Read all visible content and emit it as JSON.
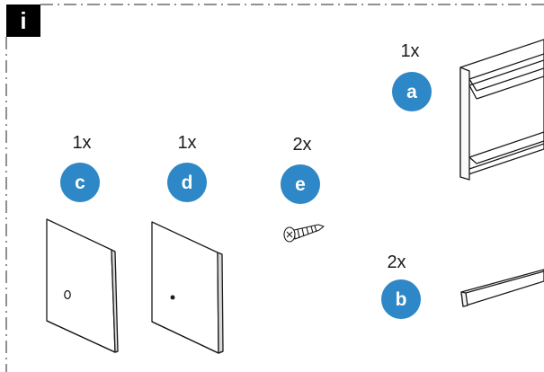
{
  "info_badge": {
    "label": "i"
  },
  "parts": [
    {
      "id": "a",
      "letter": "a",
      "quantity": "1x",
      "icon": "aluminium-channel-profile"
    },
    {
      "id": "b",
      "letter": "b",
      "quantity": "2x",
      "icon": "flat-strip"
    },
    {
      "id": "c",
      "letter": "c",
      "quantity": "1x",
      "icon": "end-cap-large-hole"
    },
    {
      "id": "d",
      "letter": "d",
      "quantity": "1x",
      "icon": "end-cap-small-hole"
    },
    {
      "id": "e",
      "letter": "e",
      "quantity": "2x",
      "icon": "screw"
    }
  ],
  "colors": {
    "badge_blue": "#2e87c6",
    "line": "#1a1a1a",
    "panel_edge": "#d8d8d8"
  }
}
